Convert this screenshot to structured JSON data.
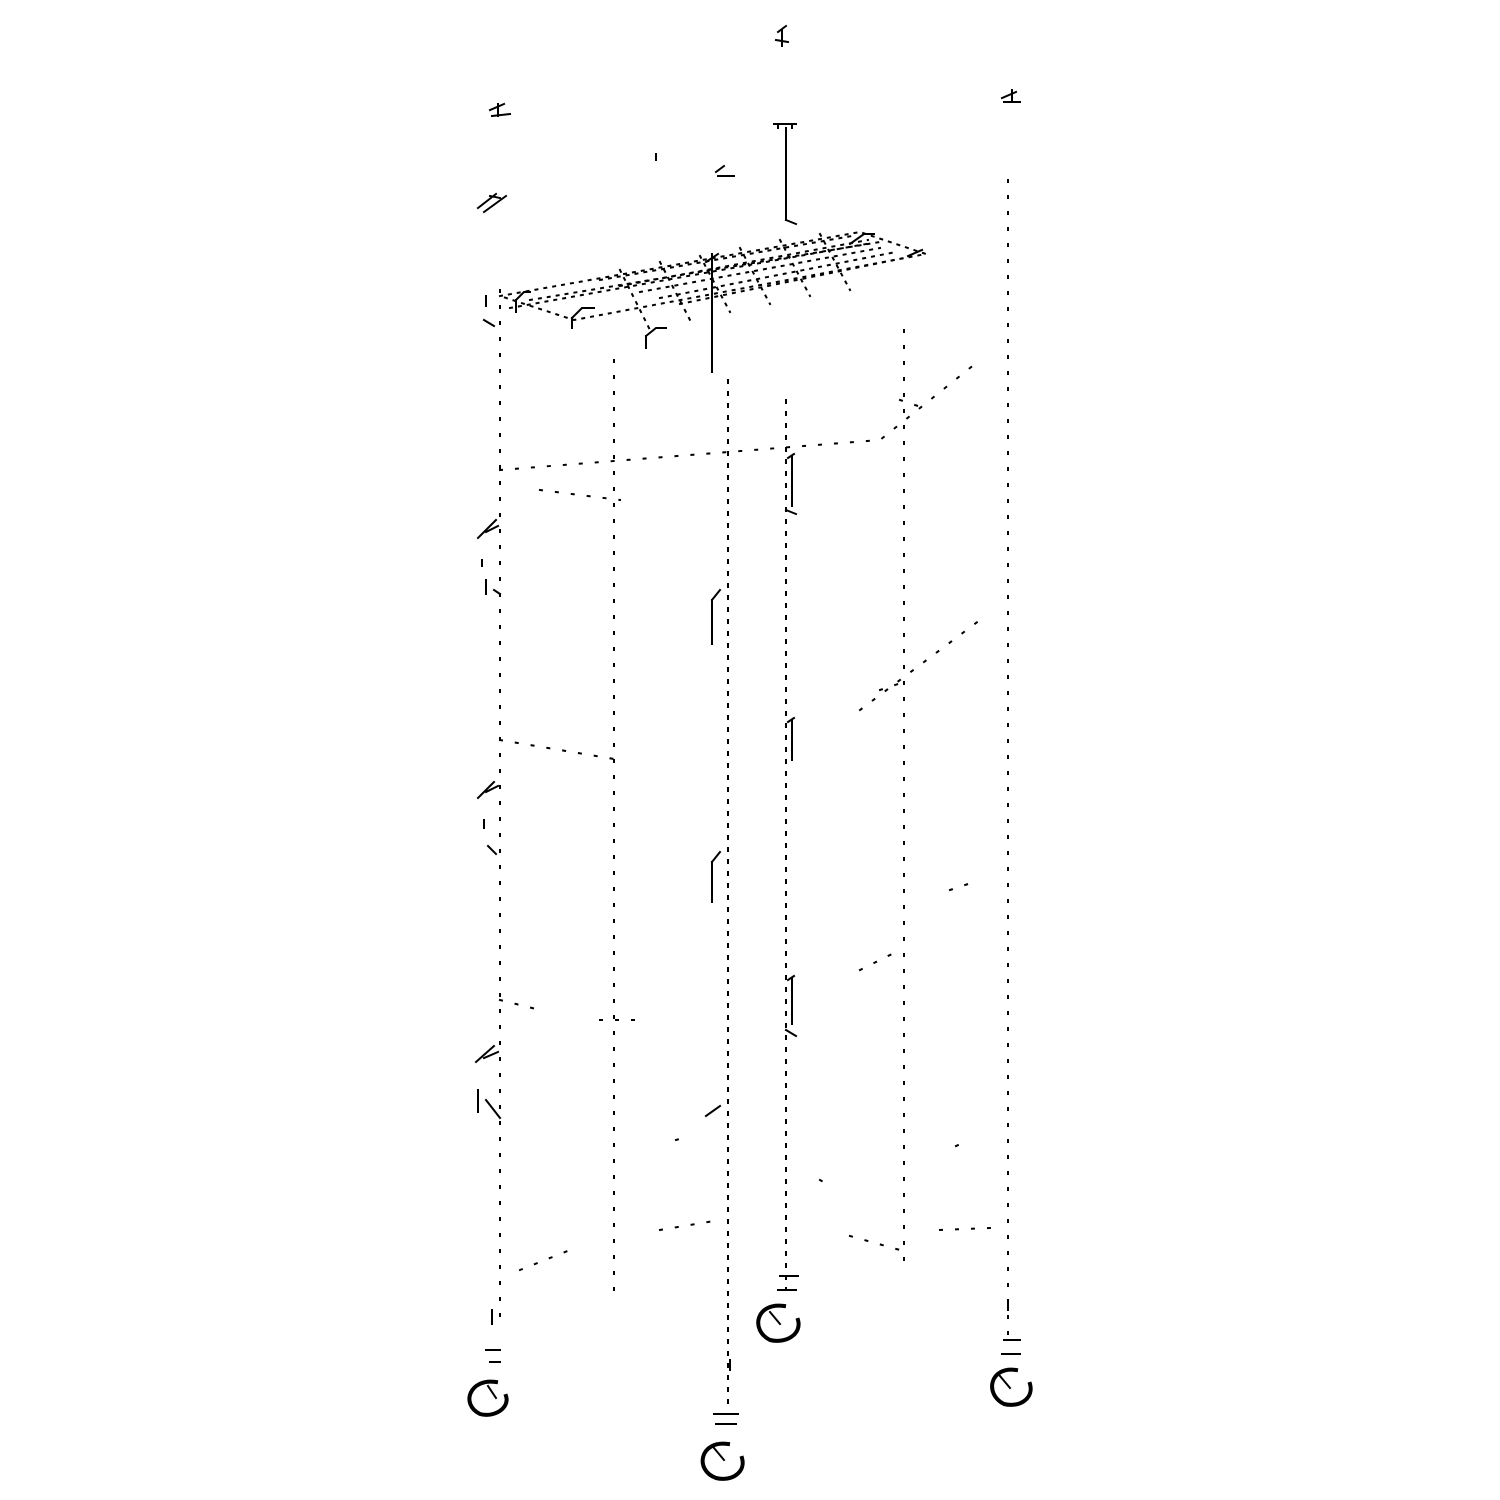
{
  "diagram": {
    "subject": "shelving-cart-exploded-view",
    "ink_color": "#000000",
    "paper_color": "#ffffff",
    "post_count": 4,
    "caster_count": 4,
    "shelf_count": 1
  }
}
